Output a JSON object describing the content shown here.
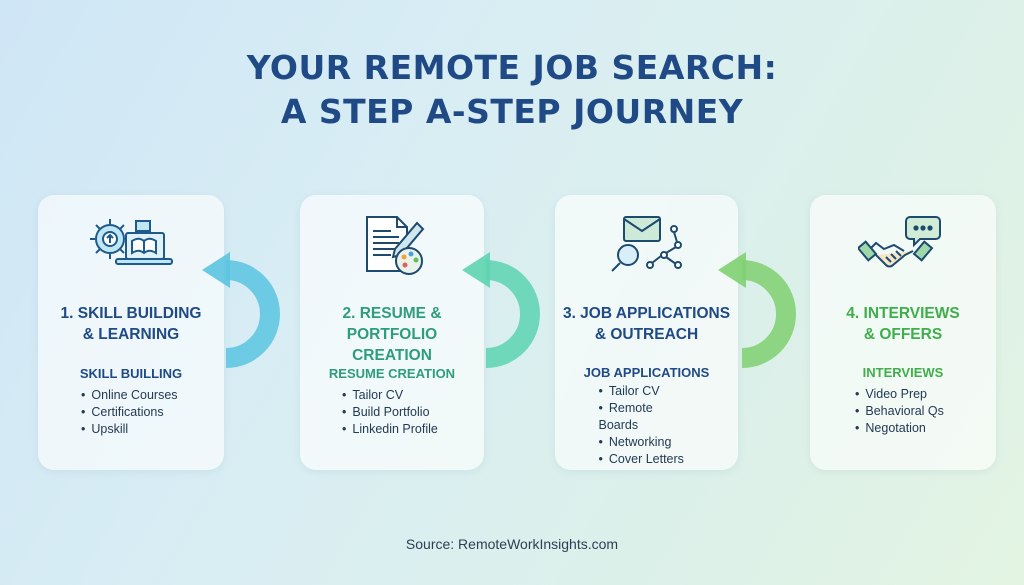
{
  "title": {
    "line1": "YOUR REMOTE JOB SEARCH:",
    "line2": "A STEP A-STEP JOURNEY"
  },
  "colors": {
    "title": "#1f4a86",
    "step1": "#1f4a86",
    "step2": "#2e9e7a",
    "step3": "#1f4a86",
    "step4": "#3fae4b",
    "arrow1": "#5bc4e0",
    "arrow2": "#5dd4b0",
    "arrow3": "#7fd070"
  },
  "steps": [
    {
      "icon": "gear-laptop-book-icon",
      "title_line1": "1. SKILL BUILDING",
      "title_line2": "& LEARNING",
      "subheading": "SKILL BUILLING",
      "items": [
        "Online Courses",
        "Certifications",
        "Upskill"
      ]
    },
    {
      "icon": "document-palette-icon",
      "title_line1": "2. RESUME & PORTFOLIO",
      "title_line2": "CREATION",
      "subheading": "RESUME CREATION",
      "items": [
        "Tailor CV",
        "Build Portfolio",
        "Linkedin Profile"
      ]
    },
    {
      "icon": "envelope-search-network-icon",
      "title_line1": "3. JOB APPLICATIONS",
      "title_line2": "& OUTREACH",
      "subheading": "JOB APPLICATIONS",
      "items": [
        "Tailor CV",
        "Remote Boards",
        "Networking",
        "Cover Letters"
      ]
    },
    {
      "icon": "handshake-chat-icon",
      "title_line1": "4. INTERVIEWS",
      "title_line2": "& OFFERS",
      "subheading": "INTERVIEWS",
      "items": [
        "Video Prep",
        "Behavioral Qs",
        "Negotation"
      ]
    }
  ],
  "source": "Source: RemoteWorkInsights.com"
}
